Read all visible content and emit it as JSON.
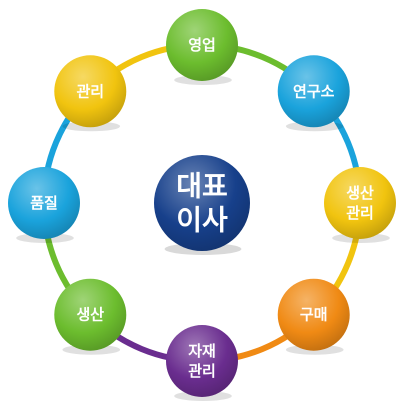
{
  "center": {
    "lines": [
      "대표",
      "이사"
    ],
    "color": "#17408b"
  },
  "nodes": [
    {
      "id": "sales",
      "lines": [
        "영업"
      ],
      "color": "#6cbd2e"
    },
    {
      "id": "research",
      "lines": [
        "연구소"
      ],
      "color": "#1aa3dc"
    },
    {
      "id": "prod-mgmt",
      "lines": [
        "생산",
        "관리"
      ],
      "color": "#f1c40f"
    },
    {
      "id": "purchase",
      "lines": [
        "구매"
      ],
      "color": "#f08a14"
    },
    {
      "id": "materials",
      "lines": [
        "자재",
        "관리"
      ],
      "color": "#6a2d8f"
    },
    {
      "id": "production",
      "lines": [
        "생산"
      ],
      "color": "#6cbd2e"
    },
    {
      "id": "quality",
      "lines": [
        "품질"
      ],
      "color": "#1aa3dc"
    },
    {
      "id": "management",
      "lines": [
        "관리"
      ],
      "color": "#f1c40f"
    }
  ],
  "ring_segments": [
    {
      "id": "sales-research",
      "color": "#6cbd2e"
    },
    {
      "id": "research-prodmgmt",
      "color": "#1aa3dc"
    },
    {
      "id": "prodmgmt-purchase",
      "color": "#f1c40f"
    },
    {
      "id": "purchase-materials",
      "color": "#f08a14"
    },
    {
      "id": "materials-production",
      "color": "#6a2d8f"
    },
    {
      "id": "production-quality",
      "color": "#6cbd2e"
    },
    {
      "id": "quality-management",
      "color": "#1aa3dc"
    },
    {
      "id": "management-sales",
      "color": "#f1c40f"
    }
  ]
}
